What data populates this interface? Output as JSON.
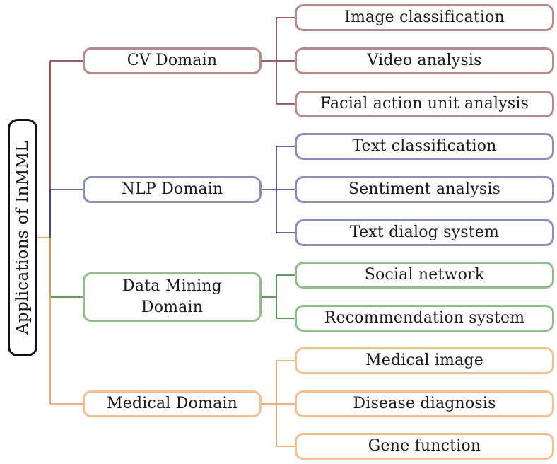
{
  "root": {
    "label": "Applications of InMML"
  },
  "domains": [
    {
      "label": "CV Domain",
      "color": "#b48a8a",
      "line": "#7a2e2e",
      "children": [
        "Image classification",
        "Video analysis",
        "Facial action unit analysis"
      ]
    },
    {
      "label": "NLP Domain",
      "color": "#8a8db8",
      "line": "#2f3580",
      "children": [
        "Text classification",
        "Sentiment analysis",
        "Text dialog system"
      ]
    },
    {
      "label": "Data Mining Domain",
      "color": "#8fbf88",
      "line": "#2e7a2a",
      "children": [
        "Social network",
        "Recommendation system"
      ]
    },
    {
      "label": "Medical Domain",
      "color": "#f4bf92",
      "line": "#e8944d",
      "children": [
        "Medical image",
        "Disease diagnosis",
        "Gene function"
      ]
    }
  ]
}
